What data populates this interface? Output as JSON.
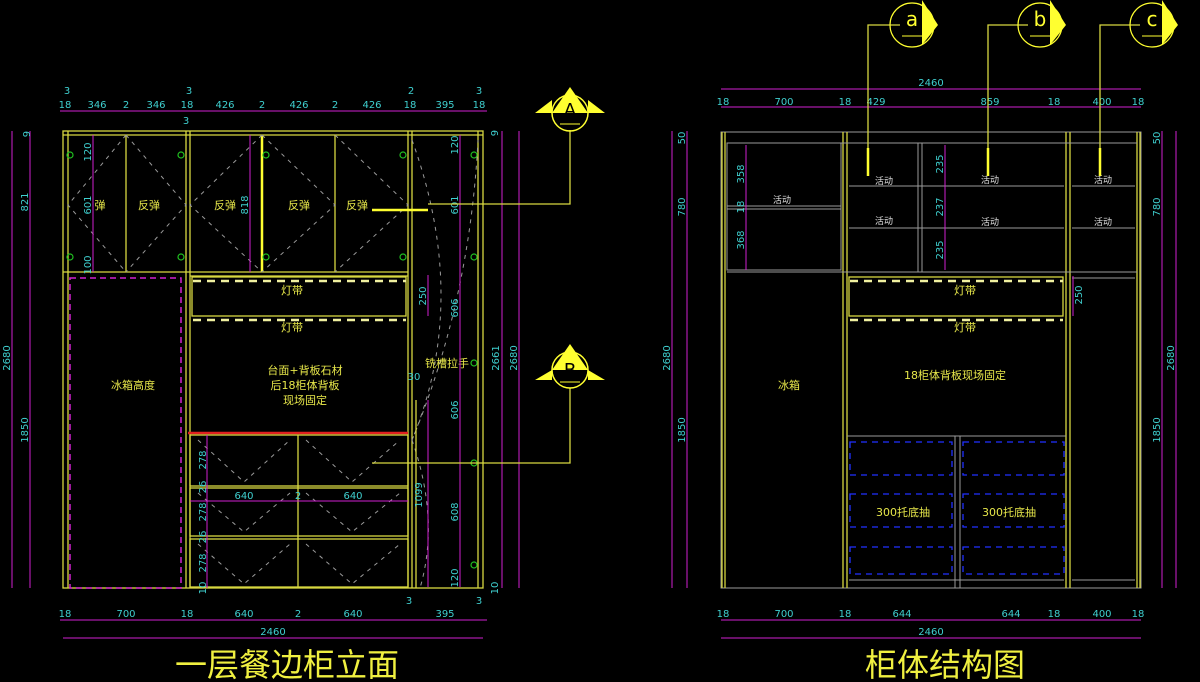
{
  "left": {
    "title": "一层餐边柜立面",
    "top_dims": [
      "18",
      "346",
      "2",
      "346",
      "18",
      "426",
      "2",
      "426",
      "2",
      "426",
      "18",
      "395",
      "18"
    ],
    "top_small": [
      "3",
      "3",
      "3",
      "2",
      "3"
    ],
    "door_labels": [
      "弹",
      "反弹",
      "反弹",
      "反弹",
      "反弹"
    ],
    "light_strip": "灯带",
    "center_text": [
      "台面+背板石材",
      "后18柜体背板",
      "现场固定"
    ],
    "fridge_label": "冰箱高度",
    "handle_label": "铣槽拉手",
    "left_dims": [
      "9",
      "821",
      "2680",
      "1850"
    ],
    "inner_dims": [
      "120",
      "601",
      "100",
      "818",
      "250",
      "30",
      "1099"
    ],
    "drawer_dims": [
      "278",
      "26",
      "278",
      "26",
      "278",
      "10"
    ],
    "drawer_widths": [
      "640",
      "2",
      "640"
    ],
    "right_dims": [
      "120",
      "601",
      "606",
      "606",
      "608",
      "120",
      "9",
      "10",
      "2661",
      "2680"
    ],
    "bottom_dims": [
      "18",
      "700",
      "18",
      "640",
      "2",
      "640",
      "3",
      "395",
      "3"
    ],
    "total": "2460",
    "callouts": [
      "A",
      "B"
    ]
  },
  "right": {
    "title": "柜体结构图",
    "top_dims": [
      "18",
      "700",
      "18",
      "429",
      "859",
      "18",
      "400",
      "18"
    ],
    "total": "2460",
    "callouts": [
      "a",
      "b",
      "c"
    ],
    "shelf_label": "活动",
    "shelf_dims": [
      "358",
      "18",
      "368",
      "235",
      "237",
      "235"
    ],
    "light_strip": "灯带",
    "center_text": "18柜体背板现场固定",
    "fridge_label": "冰箱",
    "drawer_label": "300托底抽",
    "side_dims": [
      "50",
      "780",
      "2680",
      "1850",
      "250"
    ],
    "bottom_dims": [
      "18",
      "700",
      "18",
      "644",
      "644",
      "18",
      "400",
      "18"
    ]
  }
}
